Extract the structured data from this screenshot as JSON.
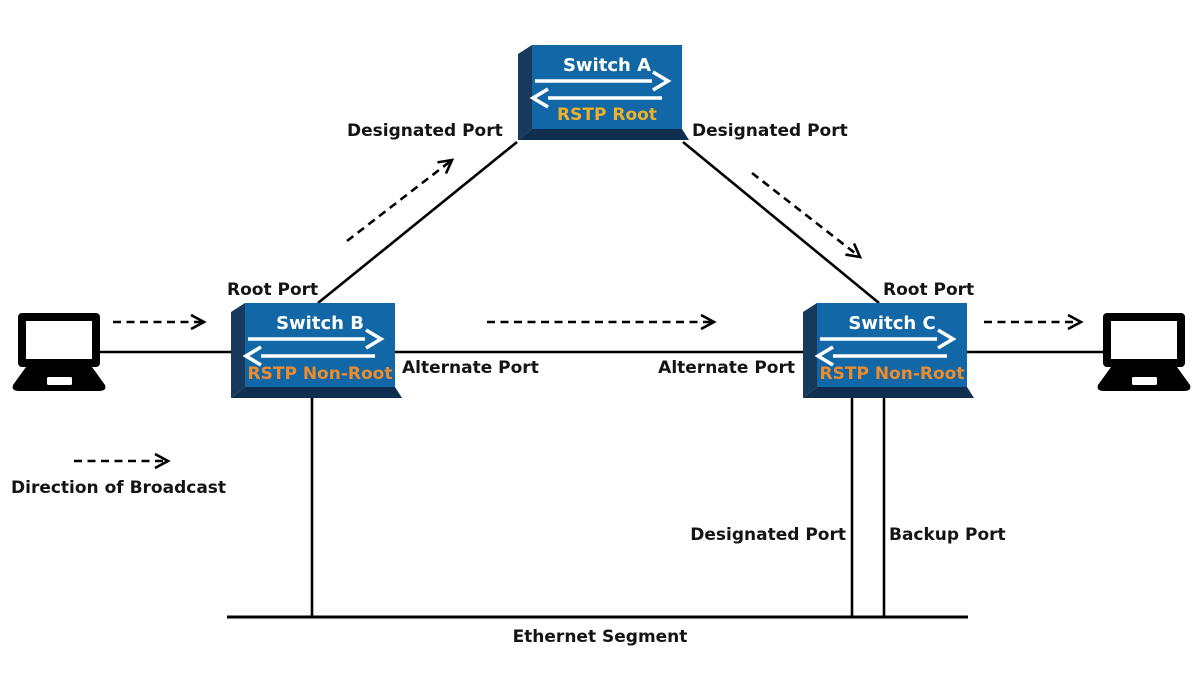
{
  "colors": {
    "switch_body": "#1268A6",
    "switch_side": "#16395C",
    "switch_bottom": "#102F50",
    "role_root": "#EFB02A",
    "role_nonroot": "#EE8B2C",
    "line": "#000000",
    "label_text": "#141414",
    "switch_text": "#FFFFFF"
  },
  "switches": {
    "a": {
      "name": "Switch A",
      "role": "RSTP Root"
    },
    "b": {
      "name": "Switch B",
      "role": "RSTP Non-Root"
    },
    "c": {
      "name": "Switch C",
      "role": "RSTP Non-Root"
    }
  },
  "port_labels": {
    "designated_top_left": "Designated Port",
    "designated_top_right": "Designated Port",
    "root_left": "Root Port",
    "root_right": "Root Port",
    "alternate_left": "Alternate Port",
    "alternate_right": "Alternate Port",
    "designated_bottom": "Designated Port",
    "backup": "Backup Port"
  },
  "segment_label": "Ethernet Segment",
  "legend": {
    "label": "Direction of Broadcast"
  },
  "icons": {
    "laptop_left": "laptop-icon",
    "laptop_right": "laptop-icon",
    "broadcast_arrow": "dashed-arrow-icon"
  }
}
